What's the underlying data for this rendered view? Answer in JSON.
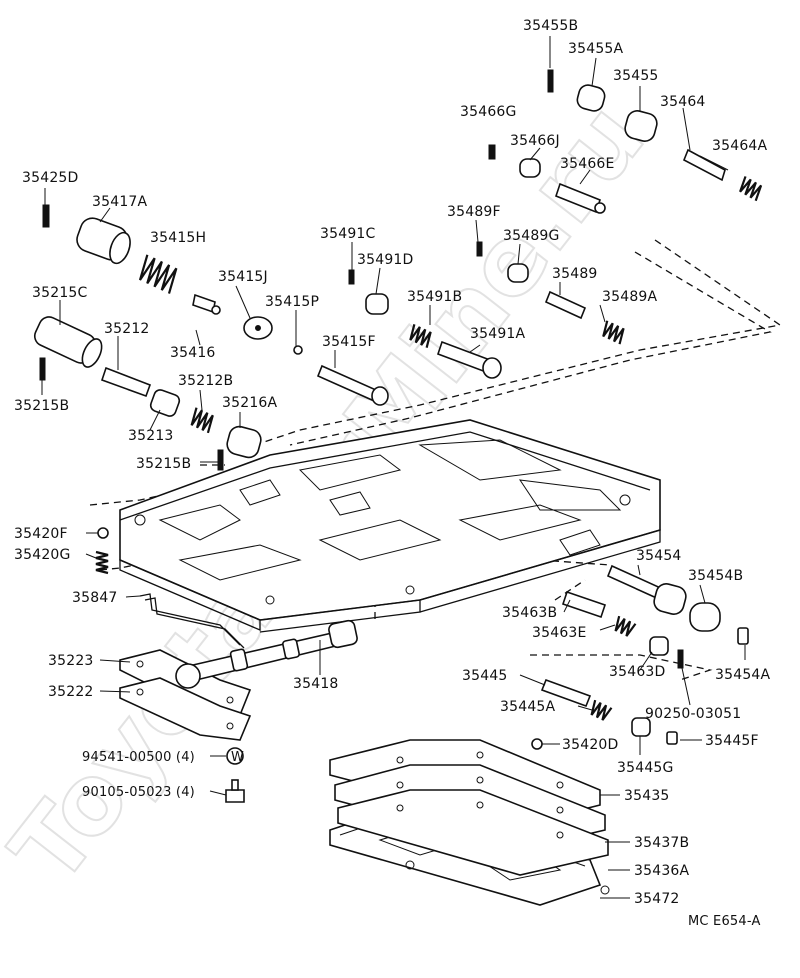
{
  "watermark": "ToyotaCarMine.ru",
  "diagram_code": "MC E654-A",
  "parts": {
    "p35455B": "35455B",
    "p35455A": "35455A",
    "p35455": "35455",
    "p35466G": "35466G",
    "p35464": "35464",
    "p35466J": "35466J",
    "p35464A": "35464A",
    "p35466E": "35466E",
    "p35425D": "35425D",
    "p35417A": "35417A",
    "p35489F": "35489F",
    "p35491C": "35491C",
    "p35415H": "35415H",
    "p35489G": "35489G",
    "p35491D": "35491D",
    "p35415J": "35415J",
    "p35489": "35489",
    "p35215C": "35215C",
    "p35415P": "35415P",
    "p35491B": "35491B",
    "p35489A": "35489A",
    "p35212": "35212",
    "p35491A": "35491A",
    "p35416": "35416",
    "p35415F": "35415F",
    "p35212B": "35212B",
    "p35215B_top": "35215B",
    "p35216A": "35216A",
    "p35213": "35213",
    "p35215B": "35215B",
    "p35420F": "35420F",
    "p35420G": "35420G",
    "p35454": "35454",
    "p35454B": "35454B",
    "p35847": "35847",
    "p35463B": "35463B",
    "p35463E": "35463E",
    "p35223": "35223",
    "p35418": "35418",
    "p35463D": "35463D",
    "p35454A": "35454A",
    "p35222": "35222",
    "p35445": "35445",
    "p35445A": "35445A",
    "p90250": "90250-03051",
    "p94541": "94541-00500 (4)",
    "p35420D": "35420D",
    "p35445F": "35445F",
    "p35445G": "35445G",
    "p90105": "90105-05023 (4)",
    "p35435": "35435",
    "p35437B": "35437B",
    "p35436A": "35436A",
    "p35472": "35472",
    "washer_symbol": "W"
  }
}
